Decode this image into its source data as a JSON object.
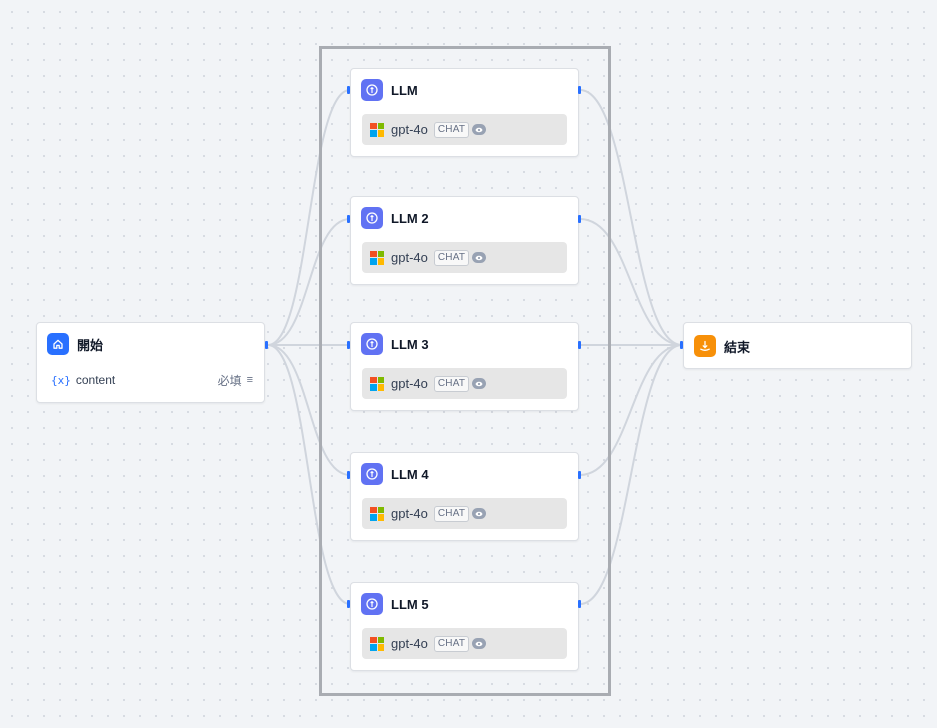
{
  "start_node": {
    "title": "開始",
    "icon": "home-icon",
    "variable": {
      "icon": "{x}",
      "name": "content",
      "required": "必填",
      "type_icon": "≡"
    }
  },
  "llm_nodes": [
    {
      "title": "LLM",
      "model": "gpt-4o",
      "mode": "CHAT"
    },
    {
      "title": "LLM 2",
      "model": "gpt-4o",
      "mode": "CHAT"
    },
    {
      "title": "LLM 3",
      "model": "gpt-4o",
      "mode": "CHAT"
    },
    {
      "title": "LLM 4",
      "model": "gpt-4o",
      "mode": "CHAT"
    },
    {
      "title": "LLM 5",
      "model": "gpt-4o",
      "mode": "CHAT"
    }
  ],
  "end_node": {
    "title": "結束",
    "icon": "end-flag-icon"
  },
  "colors": {
    "accent": "#2970ff",
    "llm_icon_bg": "#6172f3",
    "end_icon_bg": "#f79009",
    "edge": "#d0d5dd",
    "ms_red": "#f25022",
    "ms_green": "#7fba00",
    "ms_blue": "#00a4ef",
    "ms_yellow": "#ffb900"
  }
}
